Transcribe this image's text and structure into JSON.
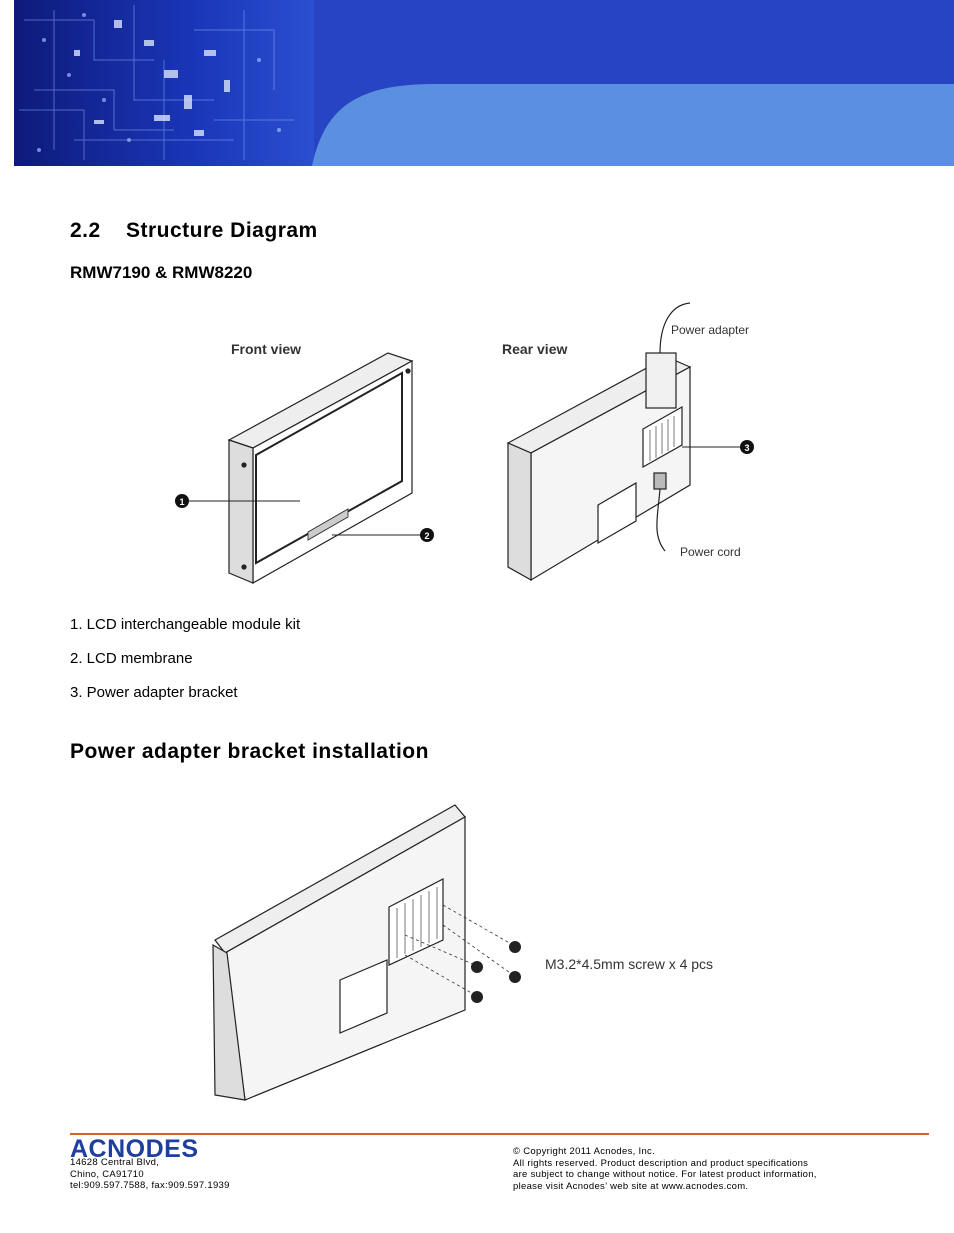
{
  "section": {
    "number": "2.2",
    "title": "Structure  Diagram",
    "subtitle": "RMW7190 & RMW8220"
  },
  "diagram": {
    "front_label": "Front view",
    "rear_label": "Rear view",
    "power_adapter_label": "Power adapter",
    "power_cord_label": "Power cord",
    "callouts": [
      "1",
      "2",
      "3"
    ]
  },
  "legend": [
    "1. LCD interchangeable module kit",
    "2. LCD membrane",
    "3. Power adapter bracket"
  ],
  "installation": {
    "title": "Power  adapter  bracket  installation",
    "screw_label": "M3.2*4.5mm screw x 4 pcs"
  },
  "footer": {
    "address": [
      "14628 Central Blvd,",
      "Chino, CA91710",
      "tel:909.597.7588, fax:909.597.1939"
    ],
    "copyright": [
      "© Copyright 2011 Acnodes, Inc.",
      "All rights reserved. Product description and product specifications",
      "are  subject  to  change  without  notice.  For  latest  product  information,",
      "please  visit  Acnodes’  web  site  at  www.acnodes.com."
    ]
  },
  "colors": {
    "header_dark": "#14239a",
    "header_light": "#5b8fe0",
    "footer_rule": "#d8602a",
    "logo_blue": "#1f3fa0"
  }
}
